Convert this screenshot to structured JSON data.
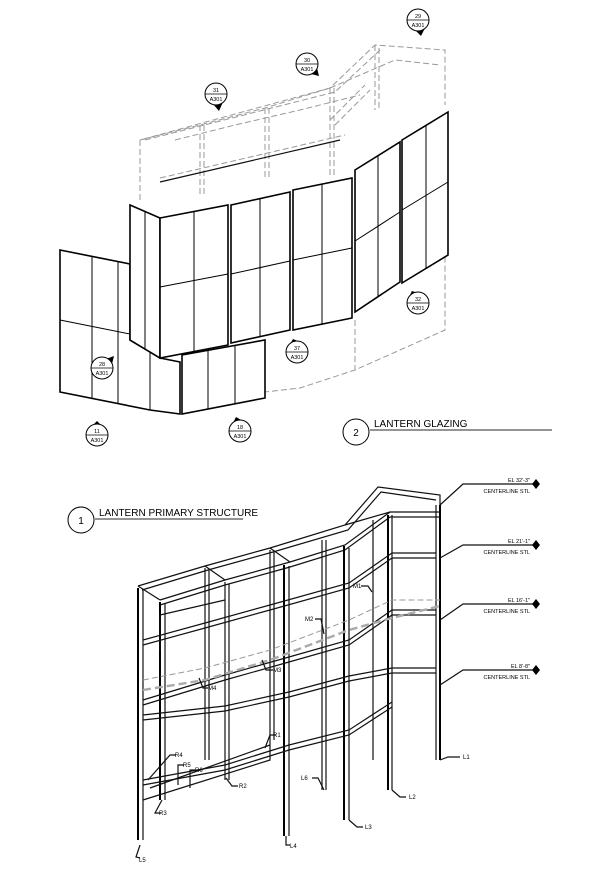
{
  "views": {
    "glazing": {
      "number": "2",
      "title": "LANTERN GLAZING"
    },
    "structure": {
      "number": "1",
      "title": "LANTERN PRIMARY STRUCTURE"
    }
  },
  "section_tags": [
    {
      "num": "29",
      "sheet": "A301"
    },
    {
      "num": "30",
      "sheet": "A301"
    },
    {
      "num": "31",
      "sheet": "A301"
    },
    {
      "num": "32",
      "sheet": "A301"
    },
    {
      "num": "37",
      "sheet": "A301"
    },
    {
      "num": "28",
      "sheet": "A301"
    },
    {
      "num": "11",
      "sheet": "A301"
    },
    {
      "num": "18",
      "sheet": "A301"
    }
  ],
  "elevations": [
    {
      "el": "EL 32'-3\"",
      "ref": "CENTERLINE STL"
    },
    {
      "el": "EL 21'-1\"",
      "ref": "CENTERLINE STL"
    },
    {
      "el": "EL 16'-1\"",
      "ref": "CENTERLINE STL"
    },
    {
      "el": "EL 8'-8\"",
      "ref": "CENTERLINE STL"
    }
  ],
  "member_labels": {
    "m1": "M1",
    "m2": "M2",
    "m3": "M3",
    "m4": "M4",
    "r1": "R1",
    "r2": "R2",
    "r3": "R3",
    "r4": "R4",
    "r5": "R5",
    "r6": "R6",
    "l1": "L1",
    "l2": "L2",
    "l3": "L3",
    "l4": "L4",
    "l5": "L5",
    "l6": "L6"
  }
}
